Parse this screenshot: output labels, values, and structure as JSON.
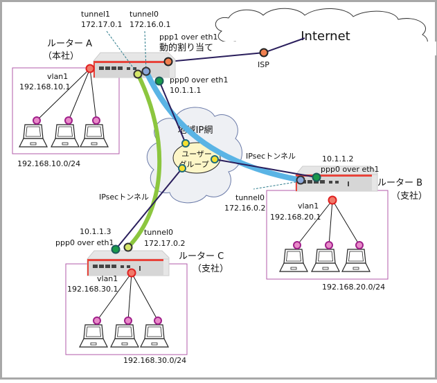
{
  "internet": {
    "label": "Internet",
    "isp_label": "ISP"
  },
  "router_a": {
    "name": "ルーター A",
    "site": "（本社）",
    "tunnel1_label": "tunnel1",
    "tunnel1_ip": "172.17.0.1",
    "tunnel0_label": "tunnel0",
    "tunnel0_ip": "172.16.0.1",
    "ppp1_label": "ppp1 over eth1",
    "ppp1_ip": "動的割り当て",
    "ppp0_label": "ppp0 over eth1",
    "ppp0_ip": "10.1.1.1",
    "vlan_label": "vlan1",
    "vlan_ip": "192.168.10.1",
    "subnet": "192.168.10.0/24"
  },
  "router_b": {
    "name": "ルーター B",
    "site": "（支社）",
    "tunnel0_label": "tunnel0",
    "tunnel0_ip": "172.16.0.2",
    "ppp0_label": "ppp0 over eth1",
    "ppp0_ip": "10.1.1.2",
    "vlan_label": "vlan1",
    "vlan_ip": "192.168.20.1",
    "subnet": "192.168.20.0/24"
  },
  "router_c": {
    "name": "ルーター C",
    "site": "（支社）",
    "tunnel0_label": "tunnel0",
    "tunnel0_ip": "172.17.0.2",
    "ppp0_label": "ppp0 over eth1",
    "ppp0_ip": "10.1.1.3",
    "vlan_label": "vlan1",
    "vlan_ip": "192.168.30.1",
    "subnet": "192.168.30.0/24"
  },
  "regional_network": {
    "label": "地域IP網",
    "user_group_line1": "ユーザー",
    "user_group_line2": "グループ"
  },
  "tunnels": {
    "ab_label": "IPsecトンネル",
    "ac_label": "IPsecトンネル"
  },
  "colors": {
    "ipsec_ab": "#5ab4e5",
    "ipsec_ac": "#8cc63f",
    "lan_box": "#b05aa8",
    "vlan_node": "#f0705a",
    "host_node": "#e88ac8",
    "ppp0_node": "#1a9a4a",
    "ppp1_node": "#f08050",
    "link": "#2a1e5c"
  }
}
